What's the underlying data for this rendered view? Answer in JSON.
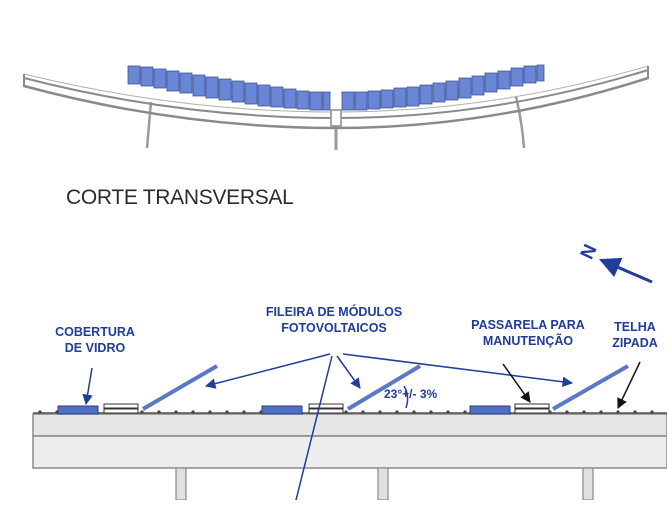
{
  "section_title": "CORTE TRANSVERSAL",
  "labels": {
    "cobertura_vidro": [
      "COBERTURA",
      "DE VIDRO"
    ],
    "fileira_modulos": [
      "FILEIRA DE MÓDULOS",
      "FOTOVOLTAICOS"
    ],
    "passarela": [
      "PASSARELA PARA",
      "MANUTENÇÃO"
    ],
    "telha_zipada": [
      "TELHA",
      "ZIPADA"
    ]
  },
  "angle_label": "23°+/- 3%",
  "north_letter": "N",
  "colors": {
    "annotation": "#1f3d99",
    "panel_fill": "#5a78c8",
    "panel_stroke": "#3c4f8f",
    "structure": "#8c8c8c",
    "slab_fill": "#e4e4e4"
  }
}
